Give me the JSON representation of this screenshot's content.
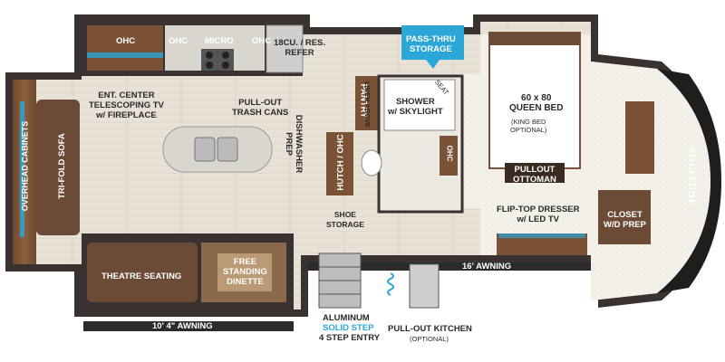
{
  "labels": {
    "ohc_left": "OHC",
    "ohc_mid": "OHC",
    "micro": "MICRO",
    "ohc_right": "OHC",
    "refer": "18CU. / RES.\nREFER",
    "pass_thru": "PASS-THRU\nSTORAGE",
    "ent_center": "ENT. CENTER\nTELESCOPING TV\nw/ FIREPLACE",
    "pullout_trash": "PULL-OUT\nTRASH CANS",
    "pantry": "PANTRY",
    "linen_above": "LINEN ABOVE",
    "shower": "SHOWER\nw/ SKYLIGHT",
    "seat": "SEAT",
    "ohc_bath": "OHC",
    "queen_bed": "60 x 80\nQUEEN BED",
    "king_optional": "(KING BED\nOPTIONAL)",
    "pullout_ottoman": "PULLOUT\nOTTOMAN",
    "overhead_cabinets": "OVERHEAD CABINETS",
    "trifold_sofa": "TRI-FOLD SOFA",
    "dishwasher_prep": "DISHWASHER\nPREP",
    "hutch_ohc": "HUTCH / OHC",
    "shoe_storage": "SHOE\nSTORAGE",
    "flip_top_dresser": "FLIP-TOP DRESSER\nw/ LED TV",
    "closet": "CLOSET\nW/D PREP",
    "awning_16": "16' AWNING",
    "theatre_seating": "THEATRE SEATING",
    "free_dinette": "FREE\nSTANDING\nDINETTE",
    "awning_10": "10' 4\" AWNING",
    "aluminum": "ALUMINUM",
    "solid_step": "SOLID STEP",
    "step_entry": "4 STEP ENTRY",
    "pullout_kitchen": "PULL-OUT KITCHEN",
    "pullout_kitchen_opt": "(OPTIONAL)",
    "brand": "SOLITUDE"
  },
  "colors": {
    "wall": "#3a3230",
    "floor": "#e6dfd4",
    "wood": "#7a5236",
    "wood_dark": "#5a3a24",
    "counter": "#d9d6cf",
    "sofa": "#6b4a36",
    "accent": "#2aa7d6",
    "awning": "#2b2b2b"
  }
}
